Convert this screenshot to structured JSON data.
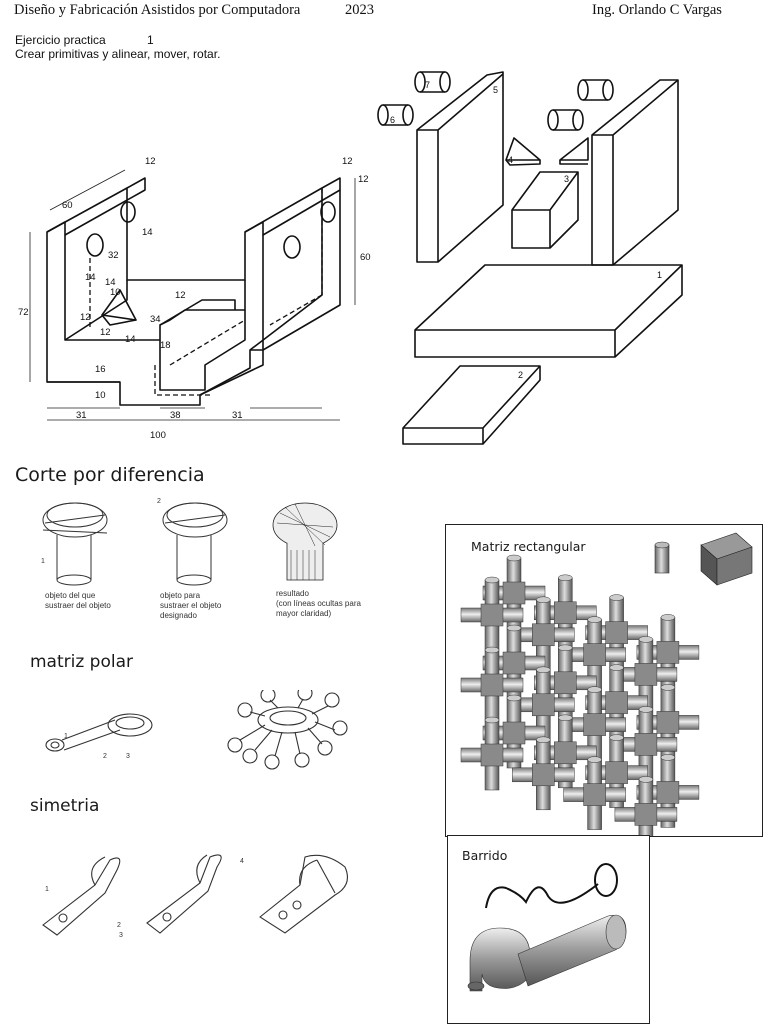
{
  "header": {
    "course_title": "Diseño y Fabricación Asistidos por Computadora",
    "year": "2023",
    "author": "Ing. Orlando C Vargas"
  },
  "exercise": {
    "label": "Ejercicio practica",
    "number": "1",
    "instruction": "Crear primitivas y alinear, mover, rotar."
  },
  "drawing": {
    "dimensions": [
      "12",
      "12",
      "60",
      "12",
      "14",
      "32",
      "14",
      "60",
      "72",
      "14",
      "10",
      "12",
      "12",
      "14",
      "34",
      "12",
      "18",
      "16",
      "10",
      "31",
      "38",
      "31",
      "100"
    ],
    "primitive_numbers": [
      "1",
      "2",
      "3",
      "4",
      "5",
      "6",
      "7"
    ]
  },
  "corte": {
    "title": "Corte por diferencia",
    "step1_number": "1",
    "step2_number": "2",
    "caption1": "objeto del que\nsustraer del objeto",
    "caption2": "objeto para\nsustraer el objeto\ndesignado",
    "caption3": "resultado\n(con líneas ocultas para\nmayor claridad)"
  },
  "polar": {
    "title": "matriz polar",
    "labels": [
      "1",
      "2",
      "3"
    ]
  },
  "simetria": {
    "title": "simetria",
    "labels": [
      "1",
      "2",
      "3",
      "4"
    ]
  },
  "matriz_rectangular": {
    "title": "Matriz rectangular"
  },
  "barrido": {
    "title": "Barrido"
  }
}
